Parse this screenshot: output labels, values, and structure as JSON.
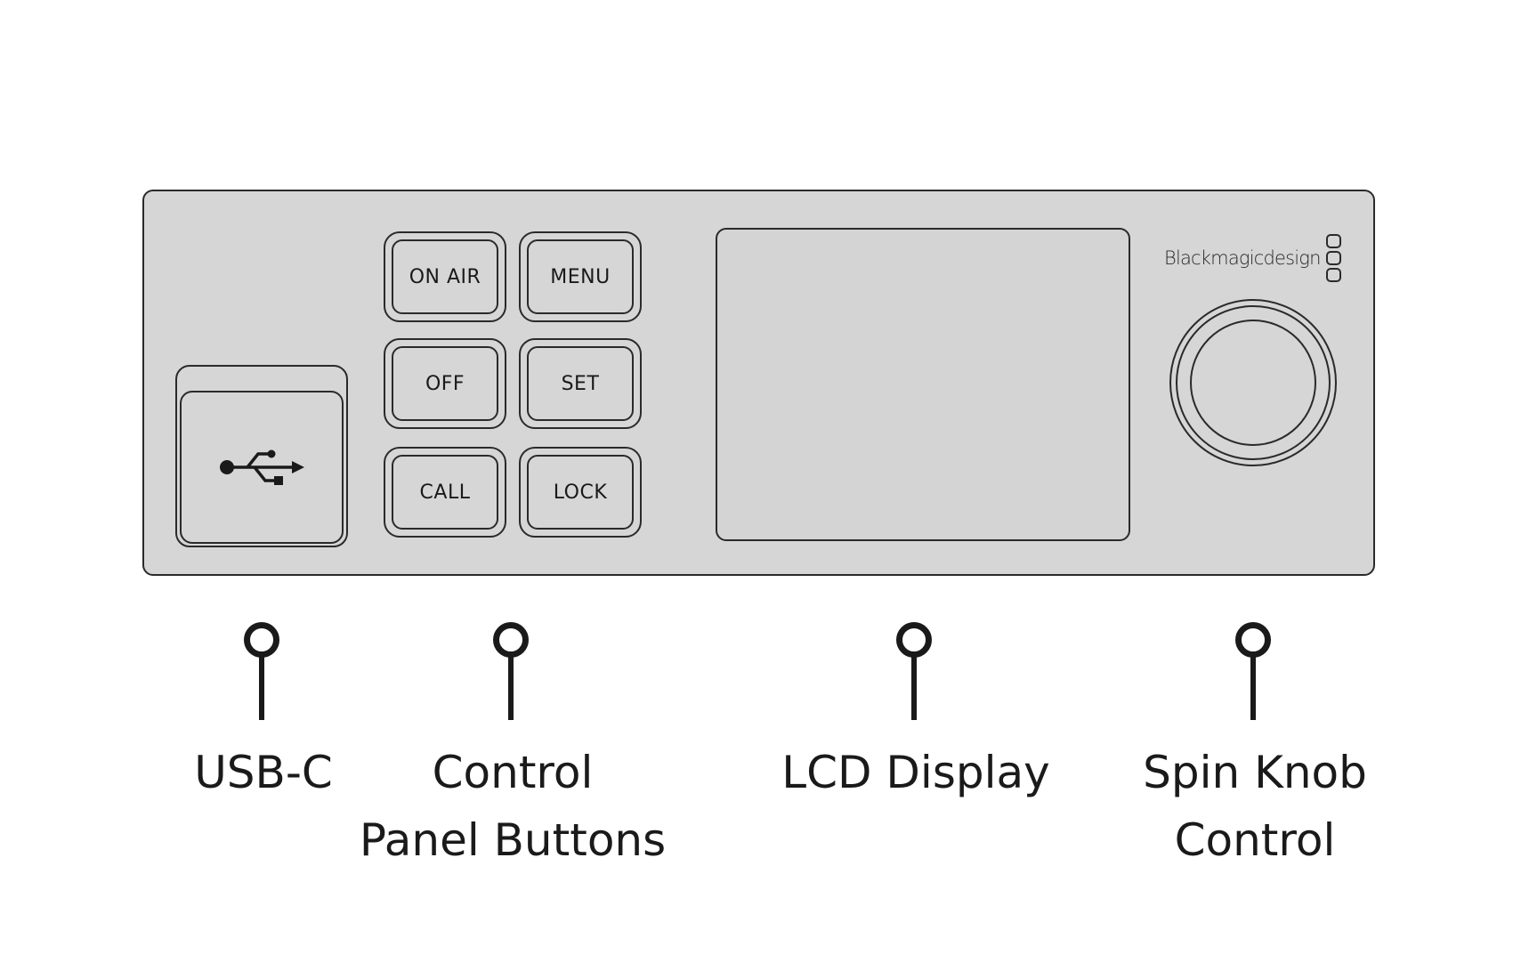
{
  "device": {
    "brand": "Blackmagicdesign",
    "buttons": [
      {
        "id": "on-air",
        "label": "ON AIR"
      },
      {
        "id": "menu",
        "label": "MENU"
      },
      {
        "id": "off",
        "label": "OFF"
      },
      {
        "id": "set",
        "label": "SET"
      },
      {
        "id": "call",
        "label": "CALL"
      },
      {
        "id": "lock",
        "label": "LOCK"
      }
    ]
  },
  "callouts": [
    {
      "id": "usb-c",
      "lines": [
        "USB-C"
      ]
    },
    {
      "id": "control-panel-buttons",
      "lines": [
        "Control",
        "Panel Buttons"
      ]
    },
    {
      "id": "lcd-display",
      "lines": [
        "LCD Display"
      ]
    },
    {
      "id": "spin-knob-control",
      "lines": [
        "Spin Knob",
        "Control"
      ]
    }
  ],
  "icons": {
    "usb": "usb-icon",
    "brand_mark": "brand-mark-icon",
    "callout_pin": "pin-icon"
  },
  "colors": {
    "panel": "#d6d6d6",
    "outline": "#2a2a2a",
    "text": "#1a1a1a",
    "background": "#ffffff"
  }
}
